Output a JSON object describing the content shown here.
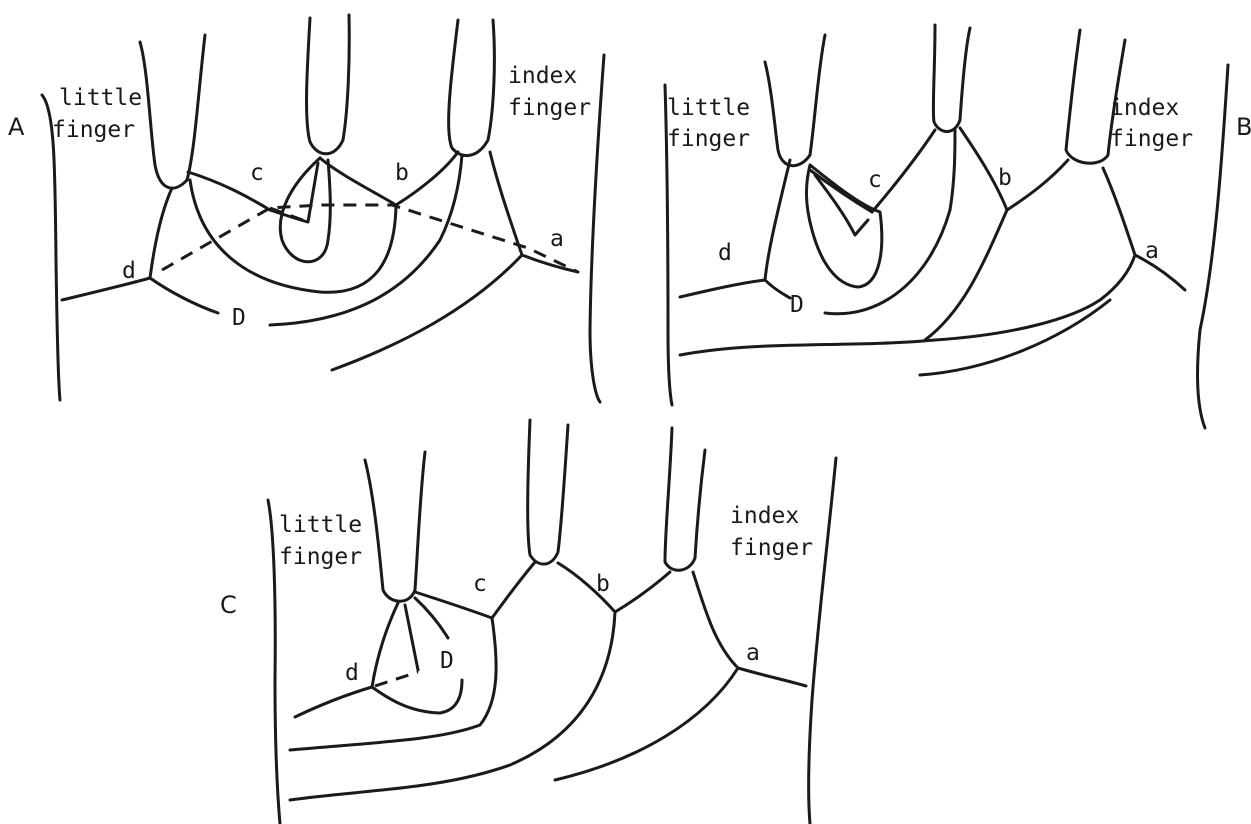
{
  "panels": [
    {
      "id": "A",
      "label": "A",
      "little_finger_label": [
        "little",
        "finger"
      ],
      "index_finger_label": [
        "index",
        "finger"
      ],
      "triradii": [
        "a",
        "b",
        "c",
        "d"
      ],
      "line_D_label": "D"
    },
    {
      "id": "B",
      "label": "B",
      "little_finger_label": [
        "little",
        "finger"
      ],
      "index_finger_label": [
        "index",
        "finger"
      ],
      "triradii": [
        "a",
        "b",
        "c",
        "d"
      ],
      "line_D_label": "D"
    },
    {
      "id": "C",
      "label": "C",
      "little_finger_label": [
        "little",
        "finger"
      ],
      "index_finger_label": [
        "index",
        "finger"
      ],
      "triradii": [
        "a",
        "b",
        "c",
        "d"
      ],
      "line_D_label": "D"
    }
  ]
}
